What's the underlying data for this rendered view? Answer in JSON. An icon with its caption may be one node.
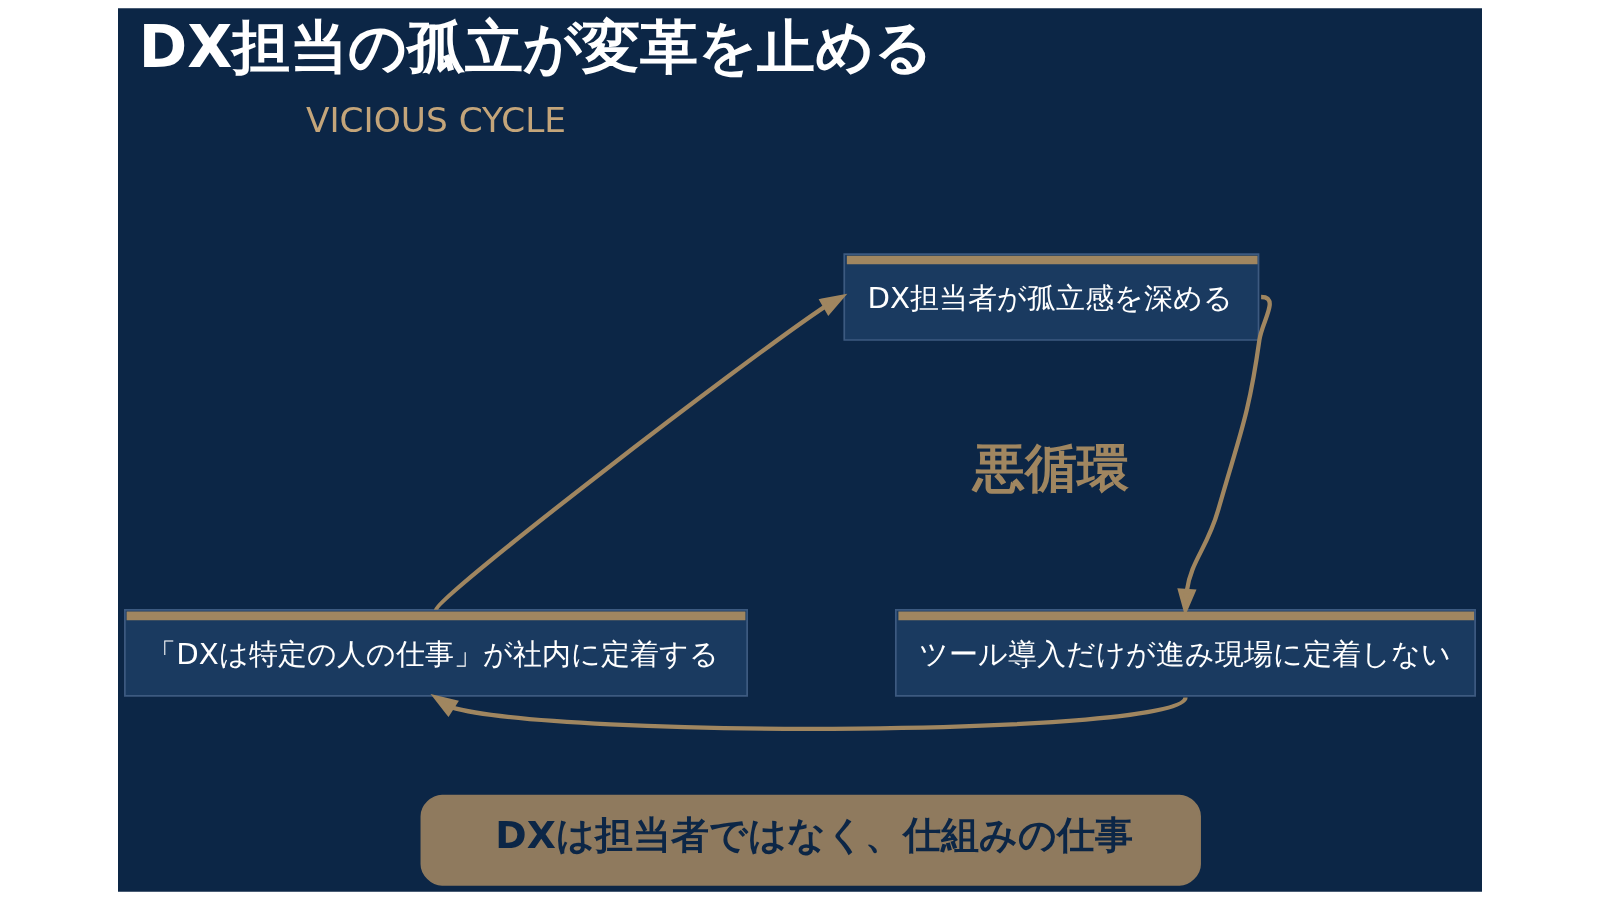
{
  "diagram": {
    "title": "DX担当の孤立が変革を止める",
    "nodes": [
      {
        "text": [
          "DX担当者が孤立感を深める"
        ]
      },
      {
        "text": [
          "「DXは特定の人の仕事」が社内に定着する"
        ]
      },
      {
        "text": [
          "ツール導入だけが進み現場に定着しない"
        ]
      },
      {
        "text": [
          "DXは担当者ではなく、仕組みの仕事"
        ]
      }
    ],
    "edges": [
      {
        "from": 0,
        "to": 2,
        "arrow": "to"
      },
      {
        "from": 2,
        "to": 1,
        "arrow": "to"
      },
      {
        "from": 1,
        "to": 0,
        "arrow": "to"
      }
    ],
    "labels": [
      "VICIOUS CYCLE",
      "悪循環"
    ]
  }
}
